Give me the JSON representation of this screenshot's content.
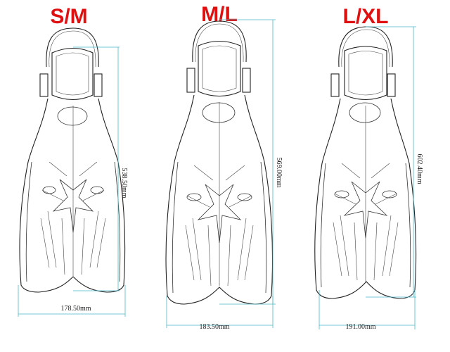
{
  "colors": {
    "size_label": "#e01010",
    "dimension_line": "#49b8c6",
    "outline": "#222222"
  },
  "fins": [
    {
      "size": "S/M",
      "length": "538.50mm",
      "width": "178.50mm"
    },
    {
      "size": "M/L",
      "length": "569.00mm",
      "width": "183.50mm"
    },
    {
      "size": "L/XL",
      "length": "602.40mm",
      "width": "191.00mm"
    }
  ]
}
